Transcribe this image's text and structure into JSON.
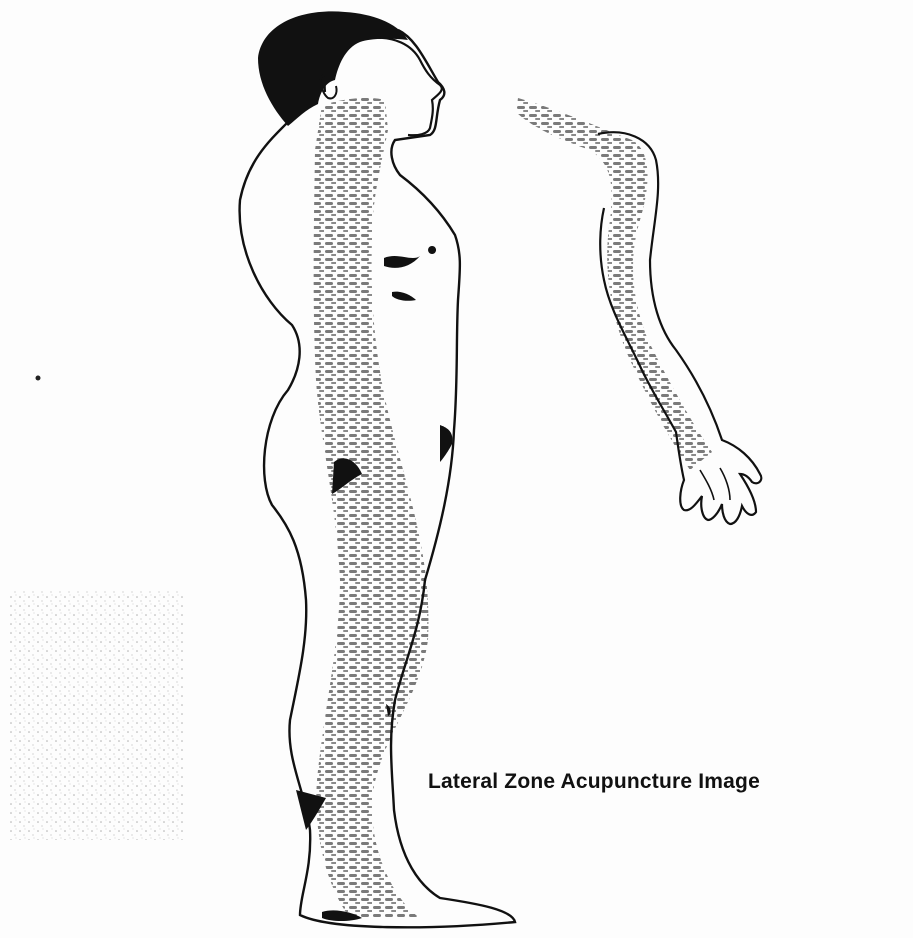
{
  "caption": "Lateral Zone Acupuncture Image",
  "figure": {
    "subject": "lateral-view-human-figure",
    "zone": "lateral",
    "colors": {
      "outline": "#111111",
      "zone_hatch": "#7a7a7a",
      "hair": "#111111",
      "page": "#fdfdfd"
    }
  }
}
